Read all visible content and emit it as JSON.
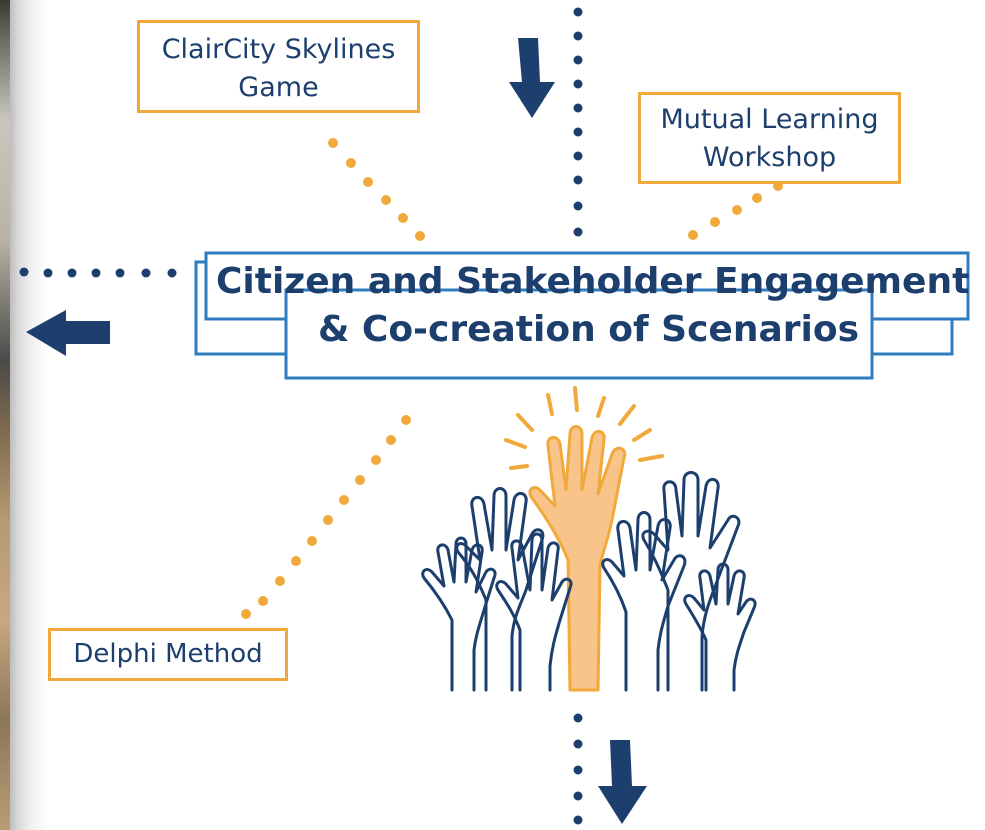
{
  "labels": {
    "game": [
      "ClairCity Skylines",
      "Game"
    ],
    "workshop": [
      "Mutual Learning",
      "Workshop"
    ],
    "delphi": "Delphi Method"
  },
  "main_title": [
    "Citizen and Stakeholder Engagement",
    "& Co-creation of Scenarios"
  ],
  "colors": {
    "navy": "#1d3f6e",
    "orange": "#f2a93b",
    "blue_border": "#2f7cc0",
    "hand_fill": "#f8c48a"
  },
  "icons": [
    "down-arrow-icon",
    "left-arrow-icon",
    "raised-hands-icon"
  ]
}
